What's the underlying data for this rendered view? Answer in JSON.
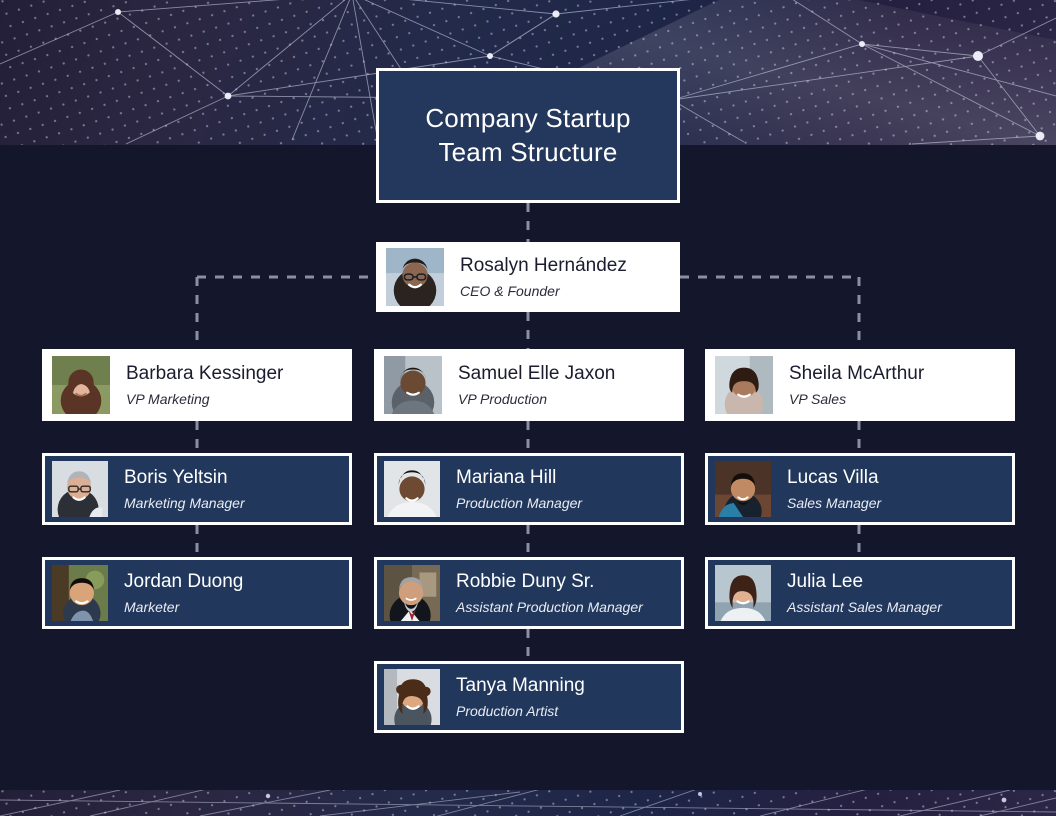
{
  "header": {
    "title": "Company Startup\nTeam Structure",
    "background_icon": "network-constellation-image"
  },
  "colors": {
    "page_background": "#14162b",
    "card_dark_fill": "#21375c",
    "card_light_fill": "#ffffff",
    "title_fill": "#24375c",
    "border": "#ffffff",
    "connector": "#8b8fa3"
  },
  "org": {
    "ceo": {
      "name": "Rosalyn Hernández",
      "role": "CEO & Founder",
      "photo": "portrait-woman-glasses"
    },
    "vps": [
      {
        "name": "Barbara Kessinger",
        "role": "VP Marketing",
        "photo": "portrait-woman-long-hair"
      },
      {
        "name": "Samuel Elle Jaxon",
        "role": "VP Production",
        "photo": "portrait-man-suit"
      },
      {
        "name": "Sheila McArthur",
        "role": "VP Sales",
        "photo": "portrait-woman-short-hair"
      }
    ],
    "managers": [
      {
        "name": "Boris Yeltsin",
        "role": "Marketing Manager",
        "photo": "portrait-man-glasses"
      },
      {
        "name": "Mariana Hill",
        "role": "Production Manager",
        "photo": "portrait-woman-smiling"
      },
      {
        "name": "Lucas Villa",
        "role": "Sales Manager",
        "photo": "portrait-man-beard"
      }
    ],
    "assistants": [
      {
        "name": "Jordan Duong",
        "role": "Marketer",
        "photo": "portrait-man-outdoors"
      },
      {
        "name": "Robbie Duny Sr.",
        "role": "Assistant Production Manager",
        "photo": "portrait-man-older-suit"
      },
      {
        "name": "Julia Lee",
        "role": "Assistant Sales Manager",
        "photo": "portrait-woman-dark-hair"
      }
    ],
    "artist": {
      "name": "Tanya Manning",
      "role": "Production Artist",
      "photo": "portrait-woman-curly-hair"
    }
  }
}
